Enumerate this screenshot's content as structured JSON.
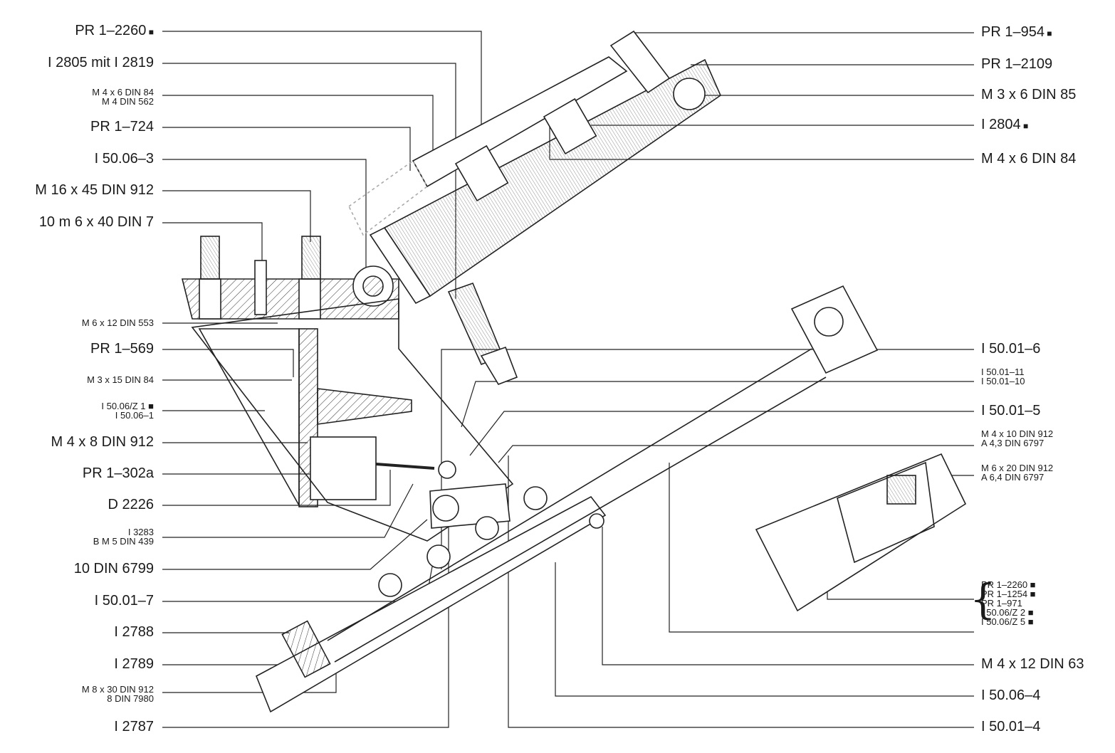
{
  "left_labels": [
    {
      "id": "pr-1-2260",
      "text": "PR 1–2260",
      "marked": true
    },
    {
      "id": "i-2805",
      "text": "I 2805 mit I 2819",
      "marked": false
    },
    {
      "id": "m4x6-m4",
      "lines": [
        "M 4 x 6 DIN 84",
        "M 4 DIN 562"
      ]
    },
    {
      "id": "pr-1-724",
      "text": "PR 1–724",
      "marked": false
    },
    {
      "id": "i-50-06-3",
      "text": "I 50.06–3",
      "marked": false
    },
    {
      "id": "m16x45",
      "text": "M 16 x 45 DIN 912",
      "marked": false
    },
    {
      "id": "10m6x40",
      "text": "10 m 6 x 40 DIN 7",
      "marked": false
    },
    {
      "id": "m6x12",
      "text": "M 6 x 12 DIN 553",
      "marked": false
    },
    {
      "id": "pr-1-569",
      "text": "PR 1–569",
      "marked": false
    },
    {
      "id": "m3x15",
      "text": "M 3 x 15 DIN 84",
      "marked": false
    },
    {
      "id": "i-50-06-z1",
      "lines": [
        "I 50.06/Z 1 ■",
        "I 50.06–1"
      ]
    },
    {
      "id": "m4x8",
      "text": "M 4 x 8 DIN 912",
      "marked": false
    },
    {
      "id": "pr-1-302a",
      "text": "PR 1–302a",
      "marked": false
    },
    {
      "id": "d-2226",
      "text": "D 2226",
      "marked": false
    },
    {
      "id": "i-3283",
      "lines": [
        "I 3283",
        "B M 5 DIN 439"
      ]
    },
    {
      "id": "10-din-6799",
      "text": "10 DIN 6799",
      "marked": false
    },
    {
      "id": "i-50-01-7",
      "text": "I 50.01–7",
      "marked": false
    },
    {
      "id": "i-2788",
      "text": "I 2788",
      "marked": false
    },
    {
      "id": "i-2789",
      "text": "I 2789",
      "marked": false
    },
    {
      "id": "m8x30",
      "lines": [
        "M 8 x 30 DIN 912",
        "8 DIN 7980"
      ]
    },
    {
      "id": "i-2787",
      "text": "I 2787",
      "marked": false
    }
  ],
  "right_labels": [
    {
      "id": "pr-1-954",
      "text": "PR 1–954",
      "marked": true
    },
    {
      "id": "pr-1-2109",
      "text": "PR 1–2109",
      "marked": false
    },
    {
      "id": "m3x6",
      "text": "M 3 x 6 DIN 85",
      "marked": false
    },
    {
      "id": "i-2804",
      "text": "I 2804",
      "marked": true
    },
    {
      "id": "m4x6",
      "text": "M 4 x 6 DIN 84",
      "marked": false
    },
    {
      "id": "i-50-01-6",
      "text": "I 50.01–6",
      "marked": false
    },
    {
      "id": "i-50-01-11",
      "lines": [
        "I 50.01–11",
        "I 50.01–10"
      ]
    },
    {
      "id": "i-50-01-5",
      "text": "I 50.01–5",
      "marked": false
    },
    {
      "id": "m4x10",
      "lines": [
        "M 4 x 10 DIN 912",
        "A 4,3 DIN 6797"
      ]
    },
    {
      "id": "m6x20",
      "lines": [
        "M 6 x 20 DIN 912",
        "A 6,4 DIN 6797"
      ]
    },
    {
      "id": "pr-group",
      "lines": [
        "PR 1–2260 ■",
        "PR 1–1254 ■",
        "PR 1–971",
        "I 50.06/Z 2 ■",
        "I 50.06/Z 5 ■"
      ]
    },
    {
      "id": "m4x12",
      "text": "M 4 x 12 DIN 63",
      "marked": false
    },
    {
      "id": "i-50-06-4",
      "text": "I 50.06–4",
      "marked": false
    },
    {
      "id": "i-50-01-4",
      "text": "I 50.01–4",
      "marked": false
    }
  ]
}
